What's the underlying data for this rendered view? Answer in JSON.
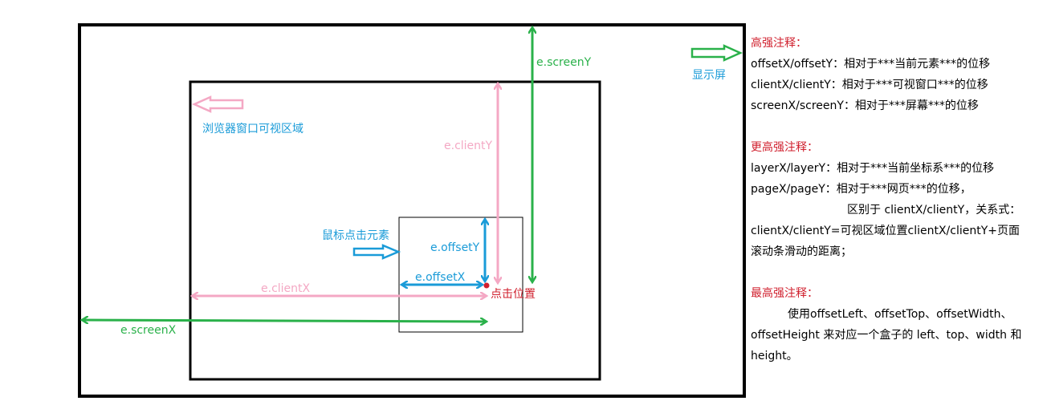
{
  "colors": {
    "outer": "#000000",
    "green": "#2ab14a",
    "pink": "#f4a8c4",
    "blue": "#1a9bd8",
    "red": "#d0202e",
    "annotation_heading": "#d0202e"
  },
  "labels": {
    "screen_y": "e.screenY",
    "screen": "显示屏",
    "browser_area": "浏览器窗口可视区域",
    "client_y": "e.clientY",
    "mouse_element": "鼠标点击元素",
    "offset_y": "e.offsetY",
    "offset_x": "e.offsetX",
    "client_x": "e.clientX",
    "click_position": "点击位置",
    "screen_x": "e.screenX"
  },
  "notes": {
    "high": {
      "heading": "高强注释：",
      "lines": [
        "offsetX/offsetY：相对于***当前元素***的位移",
        "clientX/clientY：相对于***可视窗口***的位移",
        "screenX/screenY：相对于***屏幕***的位移"
      ]
    },
    "higher": {
      "heading": "更高强注释：",
      "line1": "layerX/layerY：相对于***当前坐标系***的位移",
      "line2": "pageX/pageY：相对于***网页***的位移，",
      "line3": "区别于 clientX/clientY，关系式：",
      "line4": "clientX/clientY=可视区域位置clientX/clientY+页面",
      "line5": "滚动条滑动的距离；"
    },
    "highest": {
      "heading": "最高强注释：",
      "line1": "使用offsetLeft、offsetTop、offsetWidth、",
      "line2": "offsetHeight 来对应一个盒子的 left、top、width 和",
      "line3": "height。"
    }
  }
}
